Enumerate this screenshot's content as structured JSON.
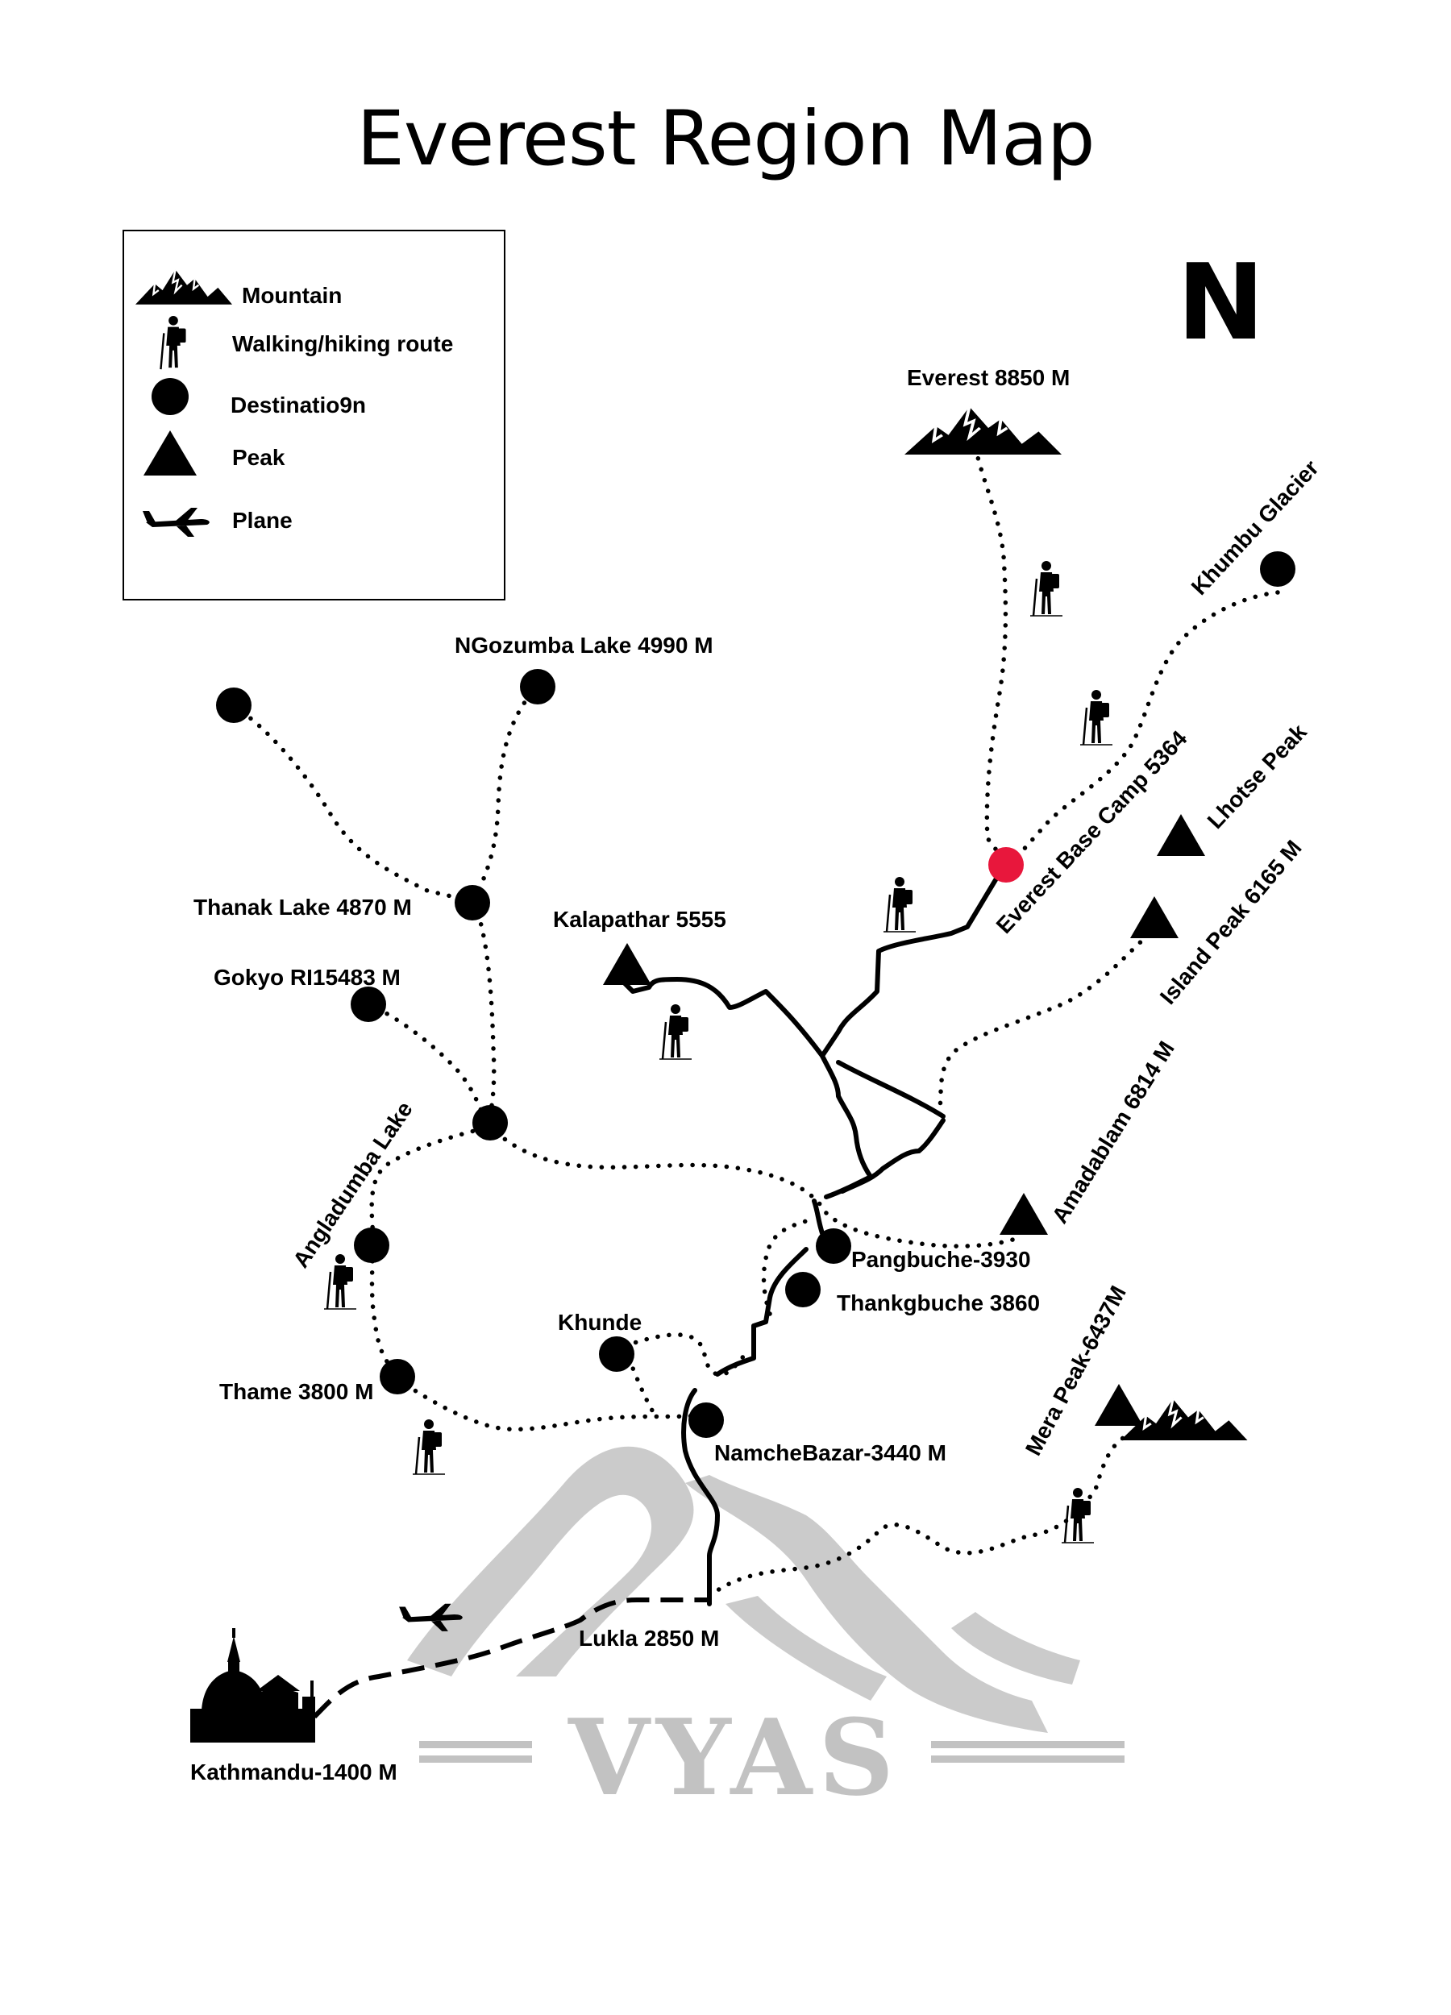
{
  "title": "Everest Region Map",
  "north_label": "N",
  "legend": {
    "items": [
      {
        "icon": "mountain-icon",
        "label": "Mountain"
      },
      {
        "icon": "hiker-icon",
        "label": "Walking/hiking route"
      },
      {
        "icon": "destination-dot-icon",
        "label": "Destinatio9n"
      },
      {
        "icon": "peak-triangle-icon",
        "label": "Peak"
      },
      {
        "icon": "plane-icon",
        "label": "Plane"
      }
    ]
  },
  "places": {
    "everest": "Everest 8850 M",
    "khumbu_glacier": "Khumbu Glacier",
    "everest_base_camp": "Everest Base Camp 5364",
    "lhotse_peak": "Lhotse Peak",
    "island_peak": "Island Peak 6165 M",
    "ngozumba_lake": "NGozumba Lake 4990 M",
    "thanak_lake": "Thanak Lake 4870 M",
    "kalapathar": "Kalapathar 5555",
    "gokyo_ri": "Gokyo RI15483 M",
    "angladumba_lake": "Angladumba Lake",
    "amadablam": "Amadablam 6814 M",
    "pangbuche": "Pangbuche-3930",
    "thankgbuche": "Thankgbuche 3860",
    "khunde": "Khunde",
    "thame": "Thame 3800 M",
    "namche_bazar": "NamcheBazar-3440 M",
    "mera_peak": "Mera Peak-6437M",
    "lukla": "Lukla 2850 M",
    "kathmandu": "Kathmandu-1400 M"
  },
  "colors": {
    "ink": "#000000",
    "base_camp_marker": "#e8173c",
    "watermark": "#c2c2c2"
  },
  "watermark_text": "VYAS"
}
